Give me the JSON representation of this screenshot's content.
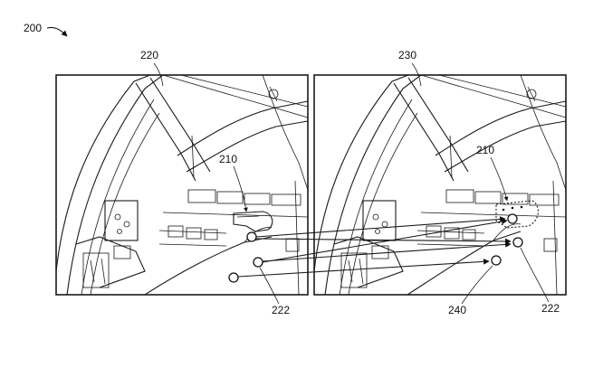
{
  "figure": {
    "number_label": "200",
    "left_panel": {
      "label": "220",
      "object_label": "210",
      "feature_label": "222"
    },
    "right_panel": {
      "label": "230",
      "object_label": "210",
      "feature_label": "222",
      "projection_label": "240"
    }
  }
}
